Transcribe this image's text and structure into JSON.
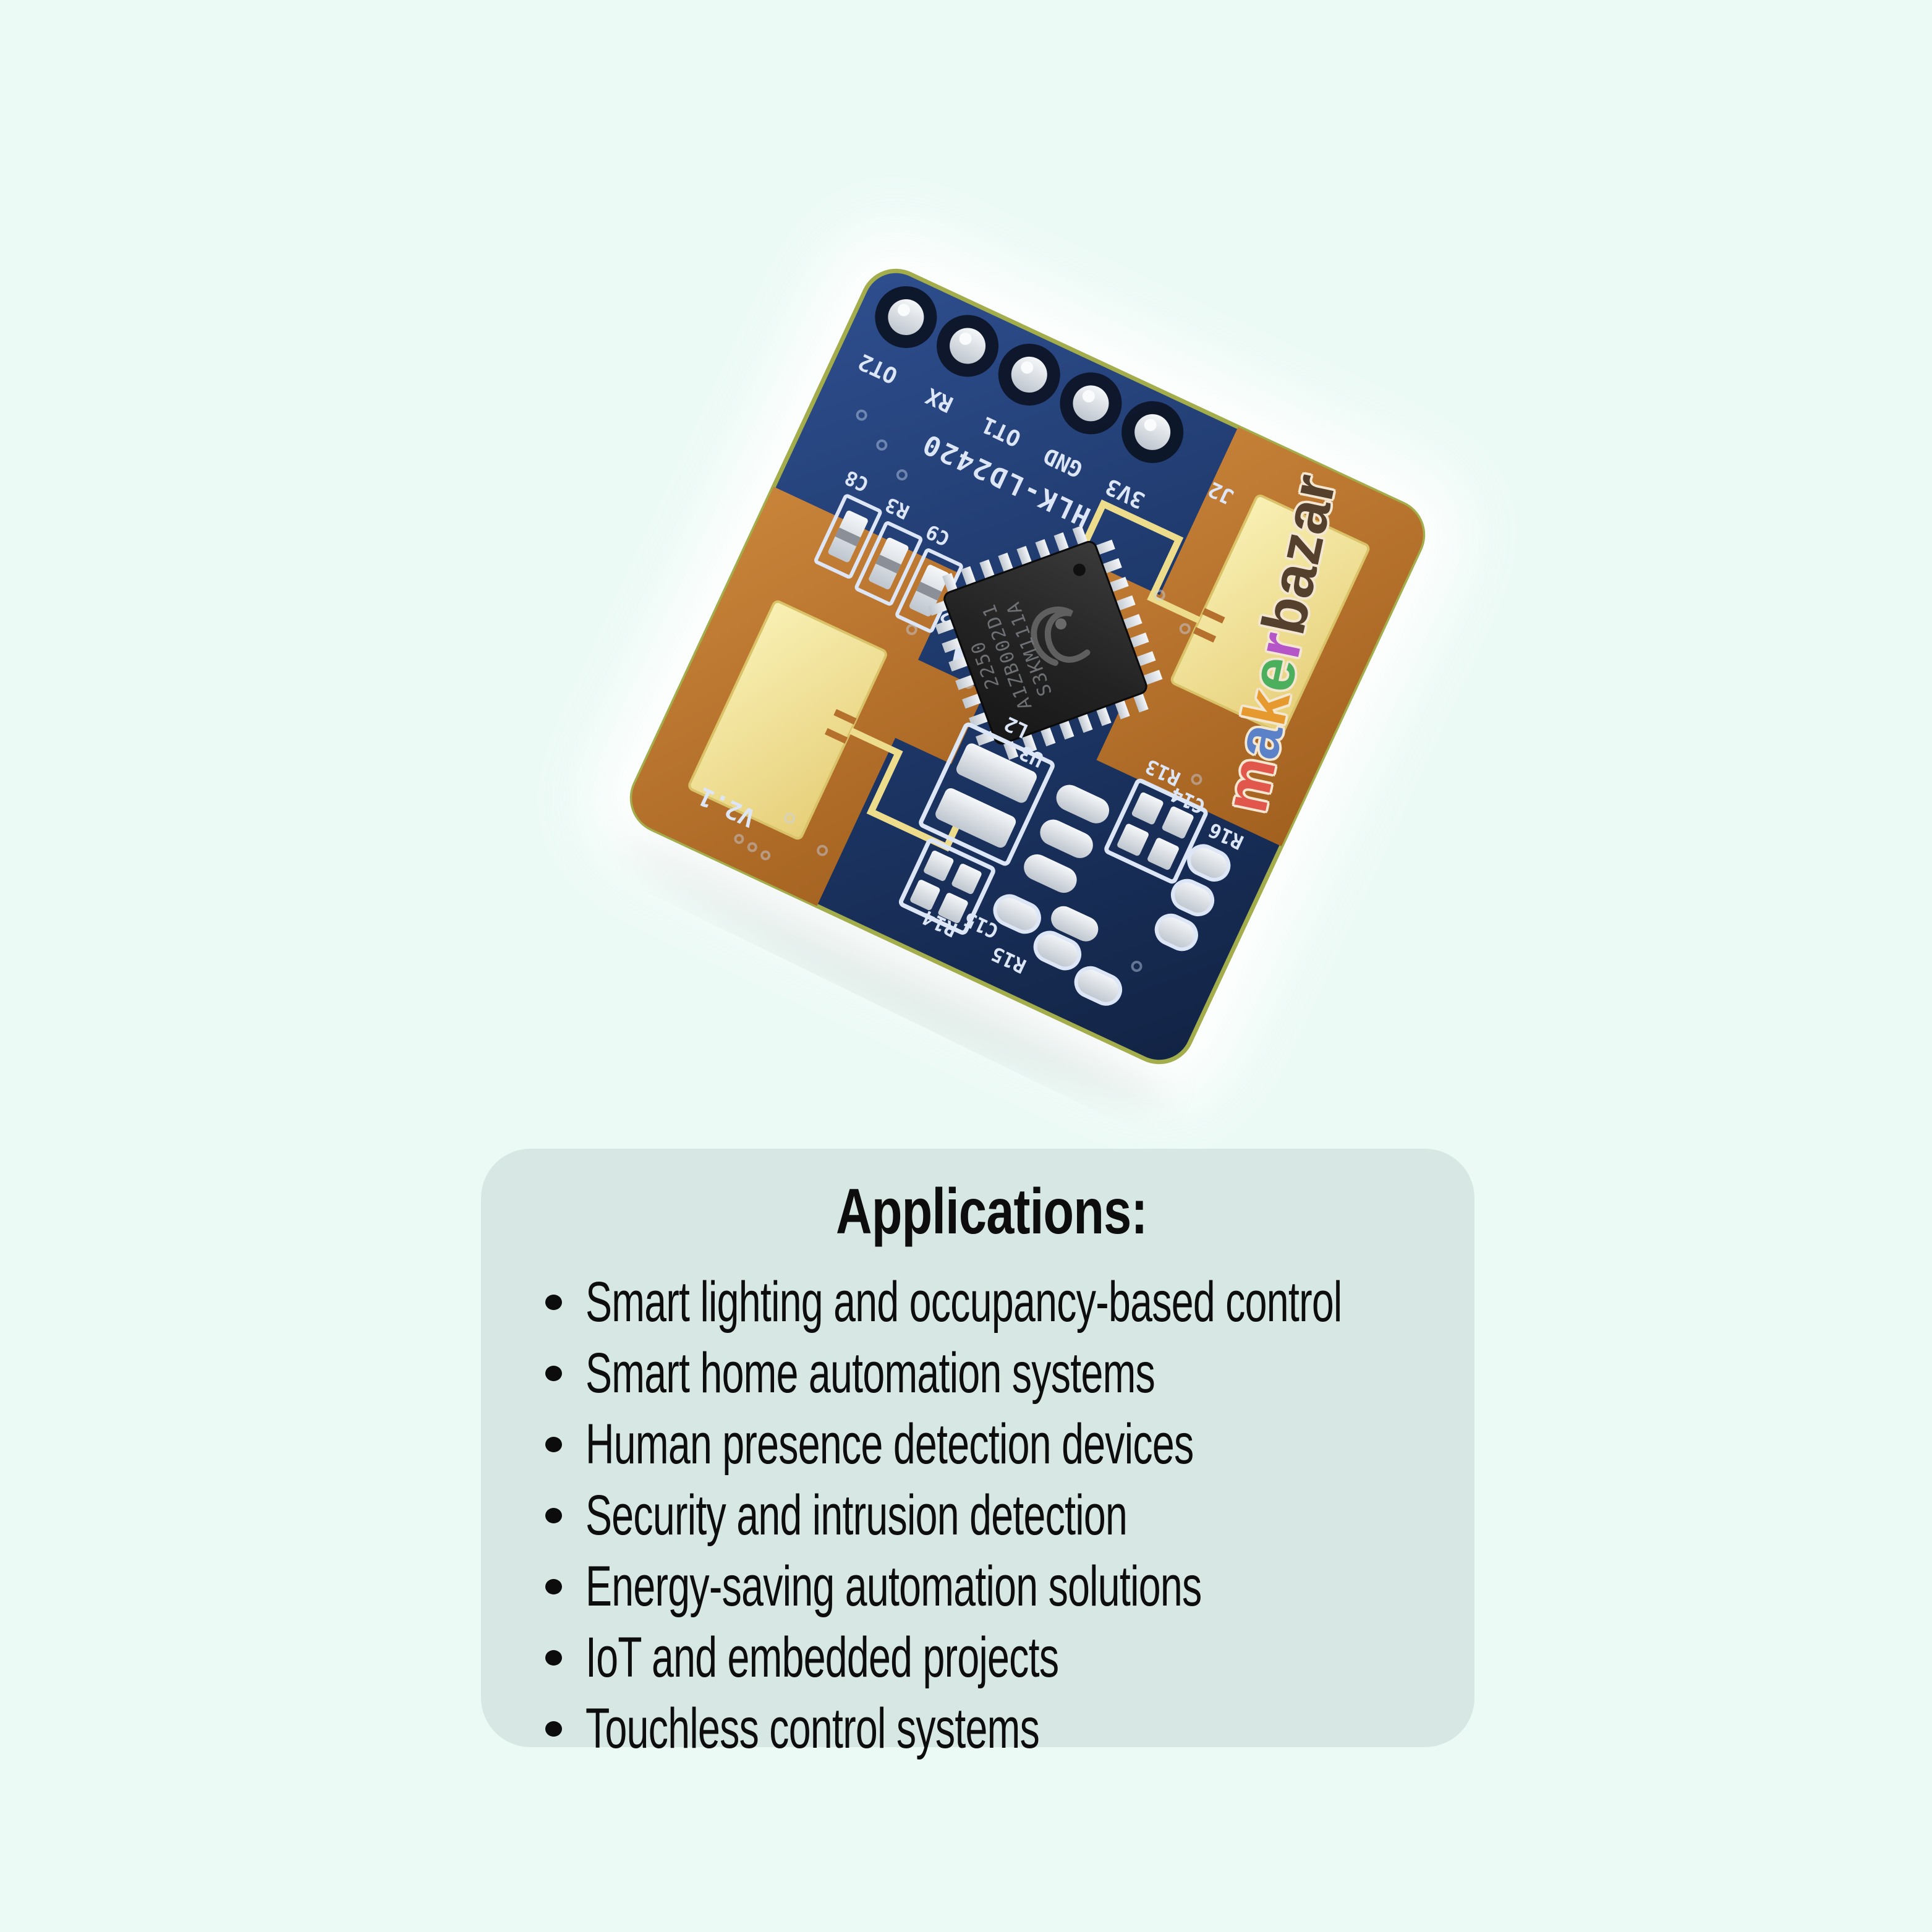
{
  "page": {
    "background_color": "#ecfaf6",
    "card_color": "#d7e8e4"
  },
  "photo": {
    "board": {
      "description": "HLK-LD2420 24GHz mmWave radar presence sensor module, tilted, silkscreen upside-down",
      "silkscreen": {
        "model": "HLK-LD2420",
        "pins": [
          "OT2",
          "RX",
          "OT1",
          "GND",
          "3V3"
        ],
        "connector": "J2",
        "refs_top": [
          "C8",
          "R3",
          "C9",
          "U2"
        ],
        "refs_bottom": [
          "L2",
          "U3",
          "R13",
          "C14",
          "R16",
          "C15",
          "R14",
          "R15"
        ],
        "version": "V2.1"
      },
      "chip_marking": [
        "S3KM111A",
        "A1ZB002D1",
        "2250"
      ],
      "colors": {
        "soldermask": "#1e3a6c",
        "copper": "#b5702d",
        "antenna_gold": "#f2e394",
        "silkscreen": "#dce6f6",
        "chip_body": "#222222"
      }
    },
    "watermark": {
      "text": "makerbazar",
      "letters": [
        {
          "ch": "m",
          "color": "#e2574c"
        },
        {
          "ch": "a",
          "color": "#5b82c9"
        },
        {
          "ch": "k",
          "color": "#e5992e"
        },
        {
          "ch": "e",
          "color": "#4caf5e"
        },
        {
          "ch": "r",
          "color": "#b455c8"
        },
        {
          "ch": "b",
          "color": "#55402e"
        },
        {
          "ch": "a",
          "color": "#55402e"
        },
        {
          "ch": "z",
          "color": "#55402e"
        },
        {
          "ch": "a",
          "color": "#55402e"
        },
        {
          "ch": "r",
          "color": "#55402e"
        }
      ]
    }
  },
  "applications": {
    "title": "Applications:",
    "items": [
      "Smart lighting and occupancy-based control",
      "Smart home automation systems",
      "Human presence detection devices",
      "Security and intrusion detection",
      "Energy-saving automation solutions",
      "IoT and embedded projects",
      "Touchless control systems"
    ]
  }
}
